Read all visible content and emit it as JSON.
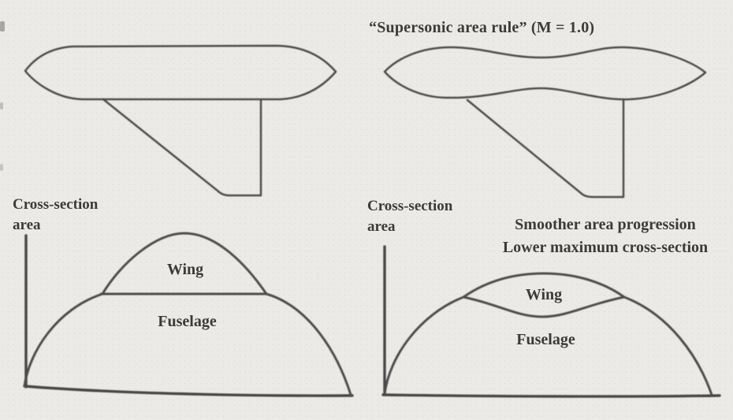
{
  "figure": {
    "title": "“Supersonic area rule” (M = 1.0)",
    "left_panel": {
      "axis_label_line1": "Cross-section",
      "axis_label_line2": "area",
      "wing_label": "Wing",
      "fuselage_label": "Fuselage",
      "description": "Baseline aircraft: straight fuselage with swept wing; cross-section area distribution shows abrupt wing bump on top of fuselage area"
    },
    "right_panel": {
      "axis_label_line1": "Cross-section",
      "axis_label_line2": "area",
      "annotation_line1": "Smoother area progression",
      "annotation_line2": "Lower maximum cross-section",
      "wing_label": "Wing",
      "fuselage_label": "Fuselage",
      "description": "Area-ruled aircraft: wasp-waisted (coke-bottle) fuselage pinched at wing; smoother total area distribution with lower peak"
    },
    "colors": {
      "ink": "#4e4e4e",
      "paper": "#ebeae6",
      "text": "#3b3b3b"
    }
  }
}
